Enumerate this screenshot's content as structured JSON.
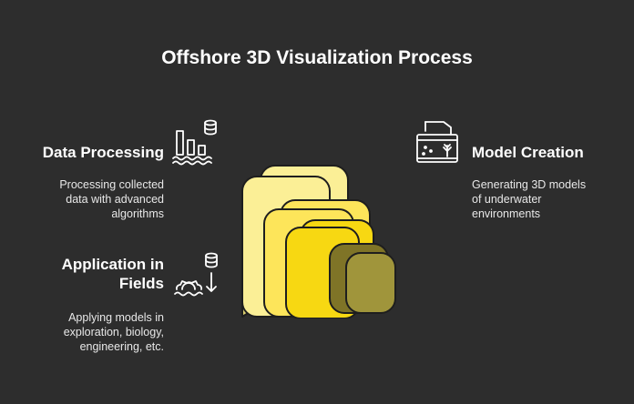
{
  "title": "Offshore 3D Visualization Process",
  "items": {
    "data_processing": {
      "heading": "Data Processing",
      "desc": [
        "Processing collected",
        "data with advanced",
        "algorithms"
      ]
    },
    "application": {
      "heading": [
        "Application in",
        "Fields"
      ],
      "desc": [
        "Applying models in",
        "exploration, biology,",
        "engineering, etc."
      ]
    },
    "model_creation": {
      "heading": "Model Creation",
      "desc": [
        "Generating 3D models",
        "of underwater",
        "environments"
      ]
    }
  },
  "colors": {
    "background": "#2d2d2d",
    "layer_1": "#fbef96",
    "layer_2": "#fde55a",
    "layer_3": "#f7d812",
    "layer_4": "#7f7427",
    "layer_5": "#a0953b",
    "outline": "#1e1e1e"
  }
}
